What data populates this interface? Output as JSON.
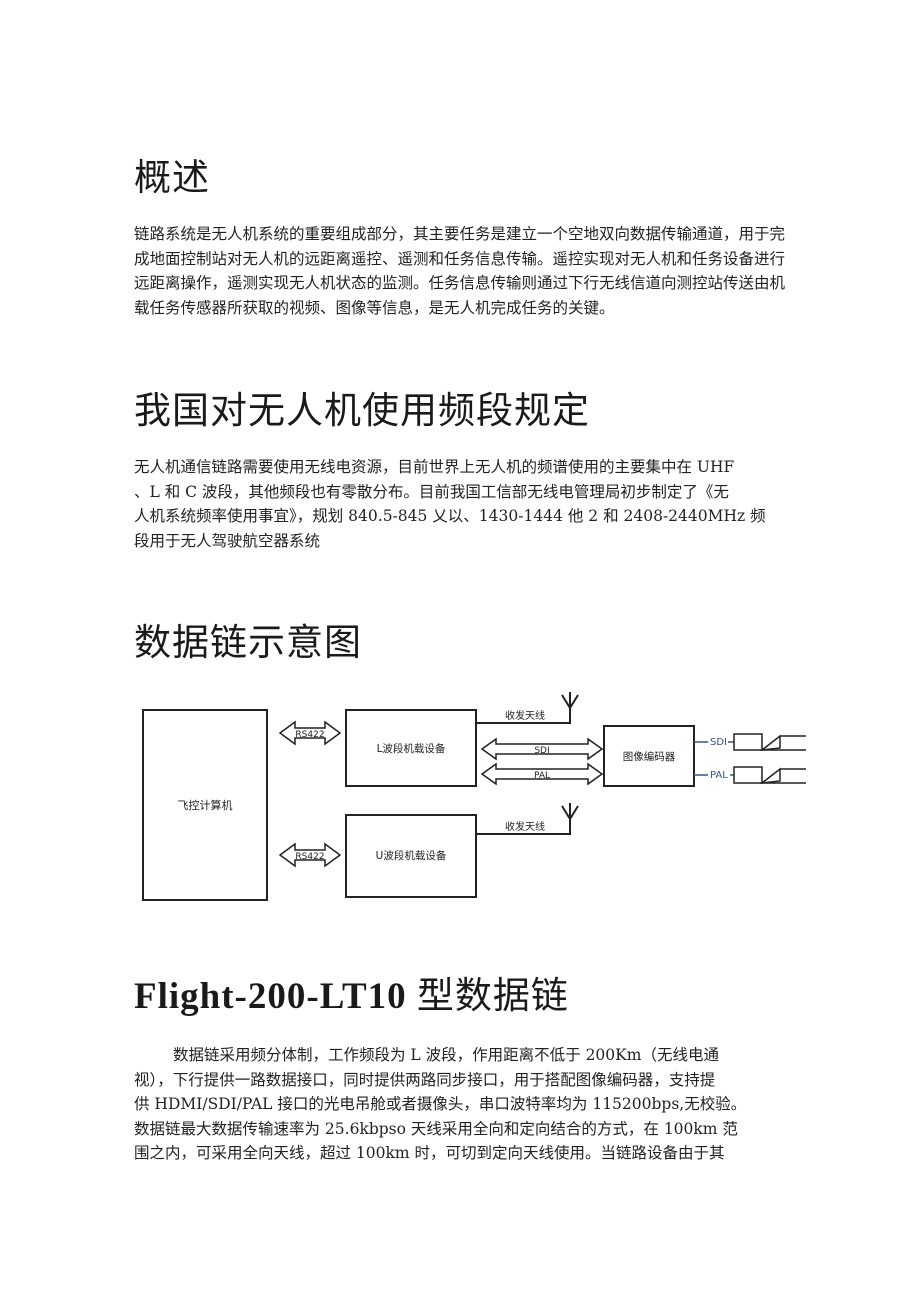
{
  "section1": {
    "heading": "概述",
    "lines": [
      "链路系统是无人机系统的重要组成部分，其主要任务是建立一个空地双向数据传输通道，用于完",
      "成地面控制站对无人机的远距离遥控、遥测和任务信息传输。遥控实现对无人机和任务设备进行",
      "远距离操作，遥测实现无人机状态的监测。任务信息传输则通过下行无线信道向测控站传送由机",
      "载任务传感器所获取的视频、图像等信息，是无人机完成任务的关键。"
    ]
  },
  "section2": {
    "heading": "我国对无人机使用频段规定",
    "lines": [
      "无人机通信链路需要使用无线电资源，目前世界上无人机的频谱使用的主要集中在 UHF",
      "、L 和 C 波段，其他频段也有零散分布。目前我国工信部无线电管理局初步制定了《无",
      "人机系统频率使用事宜》，规划 840.5-845 乂以、1430-1444 他 2 和 2408-2440MHz 频",
      "段用于无人驾驶航空器系统"
    ]
  },
  "section3": {
    "heading": "数据链示意图",
    "diagram": {
      "flight_computer": "飞控计算机",
      "rs422_top": "RS422",
      "rs422_bottom": "RS422",
      "l_band_device": "L波段机载设备",
      "u_band_device": "U波段机载设备",
      "antenna_top": "收发天线",
      "antenna_bottom": "收发天线",
      "sdi_link": "SDI",
      "pal_link": "PAL",
      "image_encoder": "图像编码器",
      "sdi_out": "SDI",
      "pal_out": "PAL"
    }
  },
  "section4": {
    "heading_en": "Flight-200-LT10",
    "heading_cn": "型数据链",
    "lines": [
      "数据链采用频分体制，工作频段为 L 波段，作用距离不低于 200Km（无线电通",
      "视），下行提供一路数据接口，同时提供两路同步接口，用于搭配图像编码器，支持提",
      "供 HDMI/SDI/PAL 接口的光电吊舱或者摄像头，串口波特率均为 115200bps,无校验。",
      "数据链最大数据传输速率为 25.6kbpso 天线采用全向和定向结合的方式，在 100km 范",
      "围之内，可采用全向天线，超过 100km 时，可切到定向天线使用。当链路设备由于其"
    ]
  }
}
